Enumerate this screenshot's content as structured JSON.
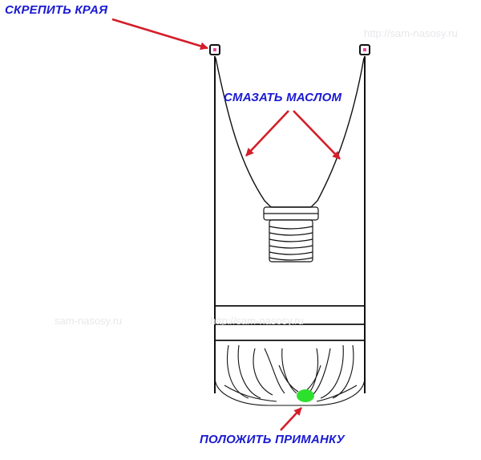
{
  "labels": {
    "fasten_edges": "СКРЕПИТЬ КРАЯ",
    "grease_with_oil": "СМАЗАТЬ МАСЛОМ",
    "place_bait": "ПОЛОЖИТЬ ПРИМАНКУ"
  },
  "watermarks": {
    "top": "http://sam-nasosy.ru",
    "left": "sam-nasosy.ru",
    "center": "http://sam-nasosy.ru"
  },
  "colors": {
    "label_text": "#1a1ad2",
    "arrow": "#d41e2a",
    "outline": "#111111",
    "bait": "#2ee02e"
  }
}
